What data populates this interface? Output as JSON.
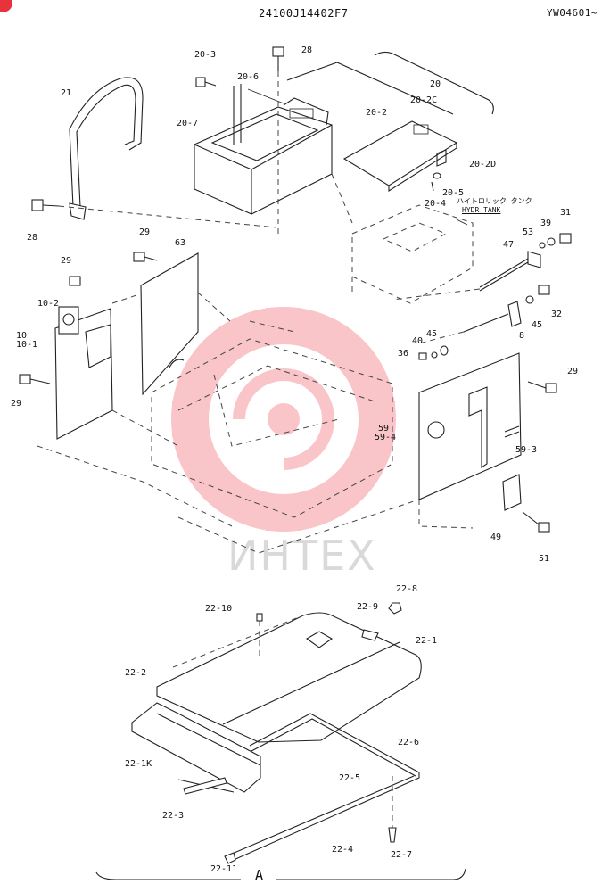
{
  "header": {
    "doc_code": "24100J14402F7",
    "serial": "YW04601~"
  },
  "watermark": {
    "text": "ИНТЕХ",
    "color": "#f7b2b6"
  },
  "notes": {
    "tank_jp": "ハイトロリック タンク",
    "tank_en": "HYDR TANK"
  },
  "section_label": "A",
  "callouts": [
    {
      "id": "28-top",
      "text": "28"
    },
    {
      "id": "20-3",
      "text": "20-3"
    },
    {
      "id": "20-6",
      "text": "20-6"
    },
    {
      "id": "20",
      "text": "20"
    },
    {
      "id": "20-2C",
      "text": "20-2C"
    },
    {
      "id": "20-2",
      "text": "20-2"
    },
    {
      "id": "21",
      "text": "21"
    },
    {
      "id": "20-7",
      "text": "20-7"
    },
    {
      "id": "20-2D",
      "text": "20-2D"
    },
    {
      "id": "20-5",
      "text": "20-5"
    },
    {
      "id": "20-4",
      "text": "20-4"
    },
    {
      "id": "28-left",
      "text": "28"
    },
    {
      "id": "29-a",
      "text": "29"
    },
    {
      "id": "63",
      "text": "63"
    },
    {
      "id": "31",
      "text": "31"
    },
    {
      "id": "39",
      "text": "39"
    },
    {
      "id": "53",
      "text": "53"
    },
    {
      "id": "47",
      "text": "47"
    },
    {
      "id": "29-b",
      "text": "29"
    },
    {
      "id": "10-2",
      "text": "10-2"
    },
    {
      "id": "32",
      "text": "32"
    },
    {
      "id": "45-a",
      "text": "45"
    },
    {
      "id": "8",
      "text": "8"
    },
    {
      "id": "10",
      "text": "10"
    },
    {
      "id": "10-1",
      "text": "10-1"
    },
    {
      "id": "45-b",
      "text": "45"
    },
    {
      "id": "40",
      "text": "40"
    },
    {
      "id": "36",
      "text": "36"
    },
    {
      "id": "29-c",
      "text": "29"
    },
    {
      "id": "29-d",
      "text": "29"
    },
    {
      "id": "59",
      "text": "59"
    },
    {
      "id": "59-4",
      "text": "59-4"
    },
    {
      "id": "59-3",
      "text": "59-3"
    },
    {
      "id": "49",
      "text": "49"
    },
    {
      "id": "51",
      "text": "51"
    },
    {
      "id": "22-8",
      "text": "22-8"
    },
    {
      "id": "22-10",
      "text": "22-10"
    },
    {
      "id": "22-9",
      "text": "22-9"
    },
    {
      "id": "22-1",
      "text": "22-1"
    },
    {
      "id": "22-2",
      "text": "22-2"
    },
    {
      "id": "22-6",
      "text": "22-6"
    },
    {
      "id": "22-1K",
      "text": "22-1K"
    },
    {
      "id": "22-5",
      "text": "22-5"
    },
    {
      "id": "22-3",
      "text": "22-3"
    },
    {
      "id": "22-4",
      "text": "22-4"
    },
    {
      "id": "22-7",
      "text": "22-7"
    },
    {
      "id": "22-11",
      "text": "22-11"
    }
  ]
}
